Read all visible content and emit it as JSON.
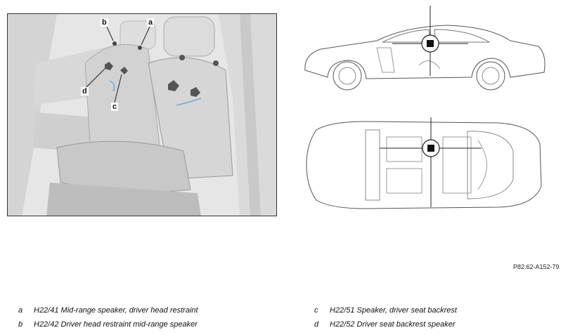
{
  "figure": {
    "callouts": {
      "a": "a",
      "b": "b",
      "c": "c",
      "d": "d"
    },
    "reference": "P82.62-A152-79"
  },
  "legend": [
    {
      "letter": "a",
      "text": "H22/41 Mid-range speaker, driver head restraint"
    },
    {
      "letter": "b",
      "text": "H22/42 Driver head restraint mid-range speaker"
    },
    {
      "letter": "c",
      "text": "H22/51 Speaker, driver seat backrest"
    },
    {
      "letter": "d",
      "text": "H22/52 Driver seat backrest speaker"
    }
  ]
}
